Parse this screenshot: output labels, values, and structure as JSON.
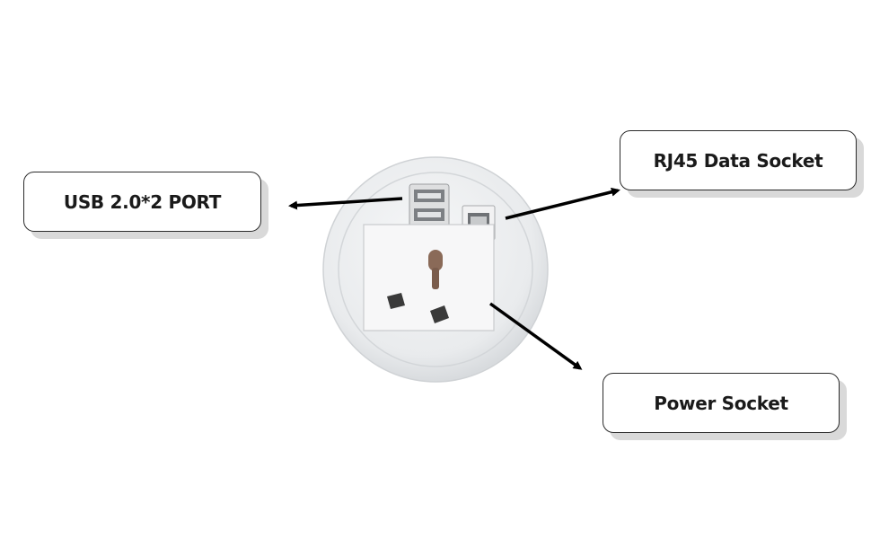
{
  "labels": {
    "usb": "USB 2.0*2 PORT",
    "rj45": "RJ45 Data Socket",
    "power": "Power Socket"
  },
  "colors": {
    "plate": "#eceef0",
    "plate_rim": "#f5f6f7",
    "module": "#f7f7f8",
    "arrow": "#000000",
    "slot": "#3a3a3a",
    "earth_pin": "#8a6a58"
  }
}
